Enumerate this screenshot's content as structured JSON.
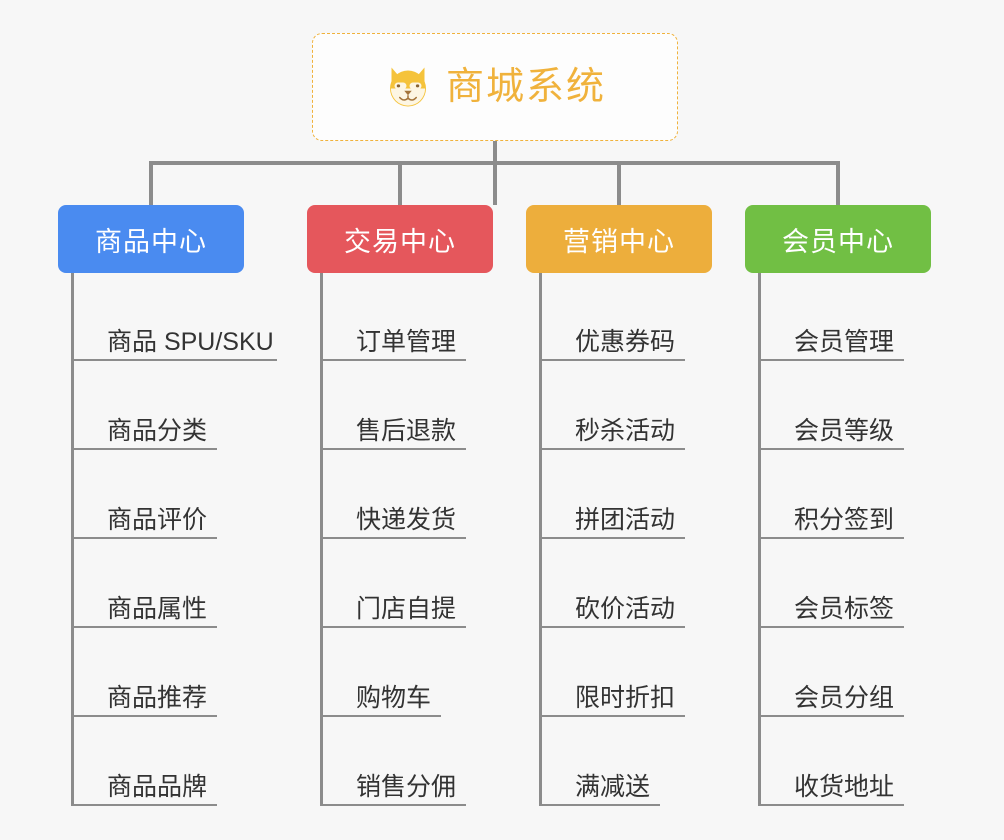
{
  "root": {
    "title": "商城系统",
    "icon": "shiba-dog-face-icon",
    "border_color": "#f0b23c",
    "text_color": "#f0b23c"
  },
  "connector_color": "#8c8c8c",
  "background_color": "#f7f7f7",
  "branches": [
    {
      "label": "商品中心",
      "color": "#4a8bf0",
      "items": [
        "商品 SPU/SKU",
        "商品分类",
        "商品评价",
        "商品属性",
        "商品推荐",
        "商品品牌"
      ]
    },
    {
      "label": "交易中心",
      "color": "#e5575c",
      "items": [
        "订单管理",
        "售后退款",
        "快递发货",
        "门店自提",
        "购物车",
        "销售分佣"
      ]
    },
    {
      "label": "营销中心",
      "color": "#edae3c",
      "items": [
        "优惠券码",
        "秒杀活动",
        "拼团活动",
        "砍价活动",
        "限时折扣",
        "满减送"
      ]
    },
    {
      "label": "会员中心",
      "color": "#71bf44",
      "items": [
        "会员管理",
        "会员等级",
        "积分签到",
        "会员标签",
        "会员分组",
        "收货地址"
      ]
    }
  ]
}
